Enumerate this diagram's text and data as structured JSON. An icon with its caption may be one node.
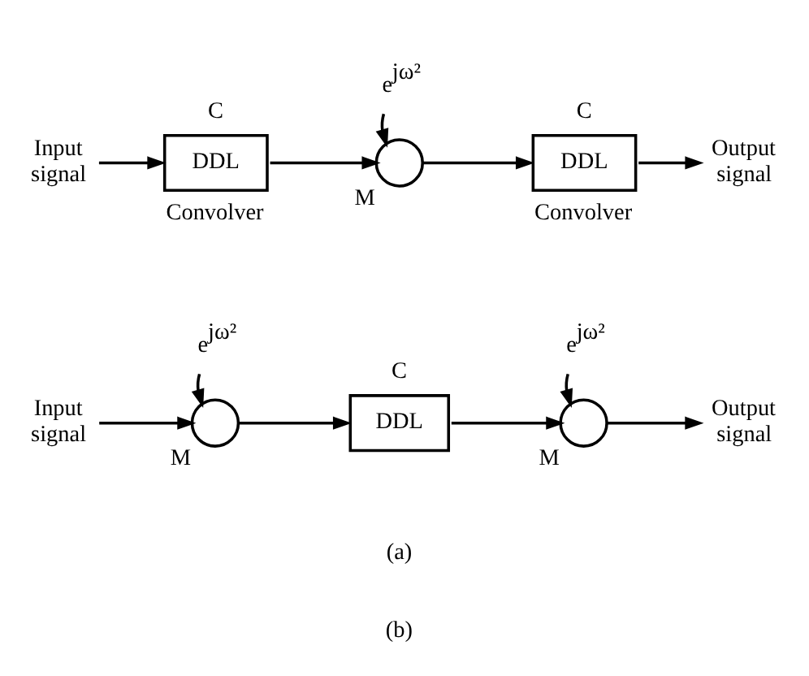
{
  "diagram": {
    "nodes": [
      {
        "text": [
          "Input signal"
        ]
      },
      {
        "text": [
          "DDL"
        ],
        "beside": [
          "C",
          "Convolver"
        ]
      },
      {
        "text": [],
        "shape": "circle",
        "beside": [
          "M"
        ]
      },
      {
        "text": [
          "e$^{jω²}$"
        ]
      },
      {
        "text": [
          "DDL"
        ],
        "beside": [
          "C",
          "Convolver"
        ]
      },
      {
        "text": [
          "Output signal"
        ]
      },
      {
        "text": [
          "Input signal"
        ]
      },
      {
        "text": [],
        "shape": "circle",
        "beside": [
          "M"
        ]
      },
      {
        "text": [
          "e$^{jω²}$"
        ]
      },
      {
        "text": [
          "DDL"
        ],
        "beside": [
          "C"
        ]
      },
      {
        "text": [],
        "shape": "circle",
        "beside": [
          "M"
        ]
      },
      {
        "text": [
          "e$^{jω²}$"
        ]
      },
      {
        "text": [
          "Output signal"
        ]
      }
    ],
    "edges": [
      {
        "from": 0,
        "to": 1,
        "arrow": "to"
      },
      {
        "from": 1,
        "to": 2,
        "arrow": "to"
      },
      {
        "from": 3,
        "to": 2,
        "arrow": "to"
      },
      {
        "from": 2,
        "to": 4,
        "arrow": "to"
      },
      {
        "from": 4,
        "to": 5,
        "arrow": "to"
      },
      {
        "from": 6,
        "to": 7,
        "arrow": "to"
      },
      {
        "from": 8,
        "to": 7,
        "arrow": "to"
      },
      {
        "from": 7,
        "to": 9,
        "arrow": "to"
      },
      {
        "from": 9,
        "to": 10,
        "arrow": "to"
      },
      {
        "from": 11,
        "to": 10,
        "arrow": "to"
      },
      {
        "from": 10,
        "to": 12,
        "arrow": "to"
      }
    ],
    "labels": [
      "(a)",
      "(b)"
    ]
  }
}
